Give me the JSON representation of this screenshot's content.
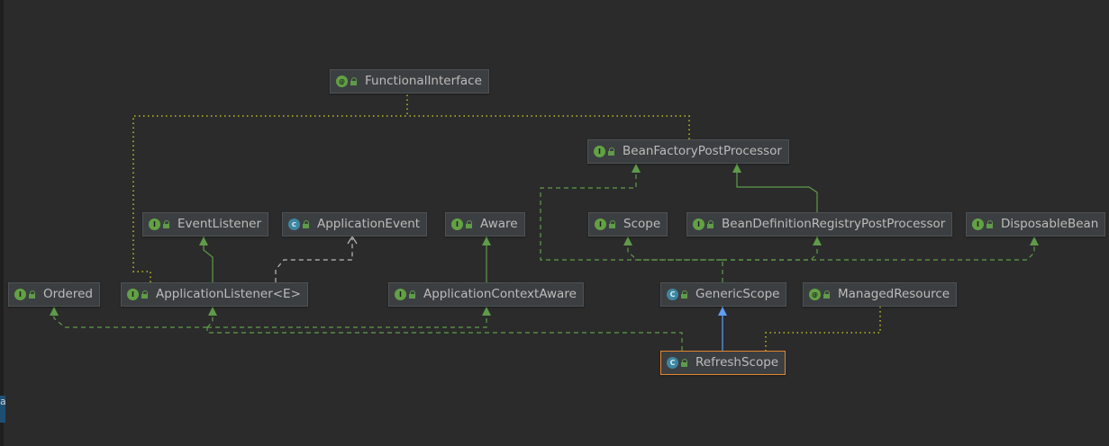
{
  "nodes": {
    "functional_interface": {
      "label": "FunctionalInterface",
      "kind": "annotation"
    },
    "bean_factory_post_processor": {
      "label": "BeanFactoryPostProcessor",
      "kind": "interface"
    },
    "event_listener": {
      "label": "EventListener",
      "kind": "interface"
    },
    "application_event": {
      "label": "ApplicationEvent",
      "kind": "abstract-class"
    },
    "aware": {
      "label": "Aware",
      "kind": "interface"
    },
    "scope": {
      "label": "Scope",
      "kind": "interface"
    },
    "bean_definition_registry_post_processor": {
      "label": "BeanDefinitionRegistryPostProcessor",
      "kind": "interface"
    },
    "disposable_bean": {
      "label": "DisposableBean",
      "kind": "interface"
    },
    "ordered": {
      "label": "Ordered",
      "kind": "interface"
    },
    "application_listener": {
      "label": "ApplicationListener<E>",
      "kind": "interface"
    },
    "application_context_aware": {
      "label": "ApplicationContextAware",
      "kind": "interface"
    },
    "generic_scope": {
      "label": "GenericScope",
      "kind": "class"
    },
    "managed_resource": {
      "label": "ManagedResource",
      "kind": "annotation"
    },
    "refresh_scope": {
      "label": "RefreshScope",
      "kind": "class",
      "selected": true
    }
  },
  "edge_styles": {
    "extends_interface": {
      "color": "#5f9b4a",
      "dash": "none"
    },
    "implements": {
      "color": "#5f9b4a",
      "dash": "dashed"
    },
    "annotated": {
      "color": "#a6a62a",
      "dash": "dotted"
    },
    "uses": {
      "color": "#bbbbbb",
      "dash": "dashed"
    },
    "extends_class": {
      "color": "#5e9ef5",
      "dash": "none"
    }
  },
  "colors": {
    "background": "#2b2b2b",
    "node_fill": "#3c3f41",
    "node_border": "#4e5254",
    "selected_border": "#e2872f",
    "interface_badge": "#62a144",
    "class_badge": "#3e86a0"
  },
  "sidebar_tab_text": "a"
}
